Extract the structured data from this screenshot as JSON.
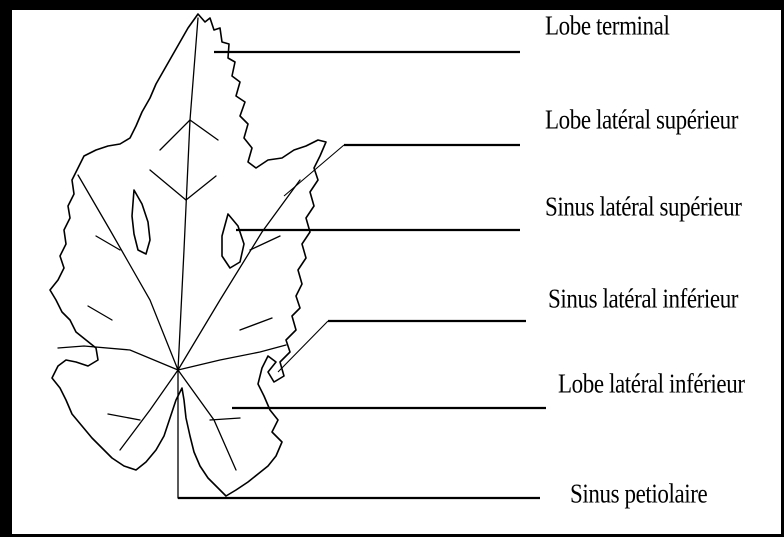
{
  "diagram": {
    "labels": [
      {
        "id": "lobe-terminal",
        "text": "Lobe terminal"
      },
      {
        "id": "lobe-lateral-superieur",
        "text": "Lobe latéral supérieur"
      },
      {
        "id": "sinus-lateral-superieur",
        "text": "Sinus latéral supérieur"
      },
      {
        "id": "sinus-lateral-inferieur",
        "text": "Sinus latéral inférieur"
      },
      {
        "id": "lobe-lateral-inferieur",
        "text": "Lobe latéral inférieur"
      },
      {
        "id": "sinus-petiolaire",
        "text": "Sinus petiolaire"
      }
    ]
  }
}
